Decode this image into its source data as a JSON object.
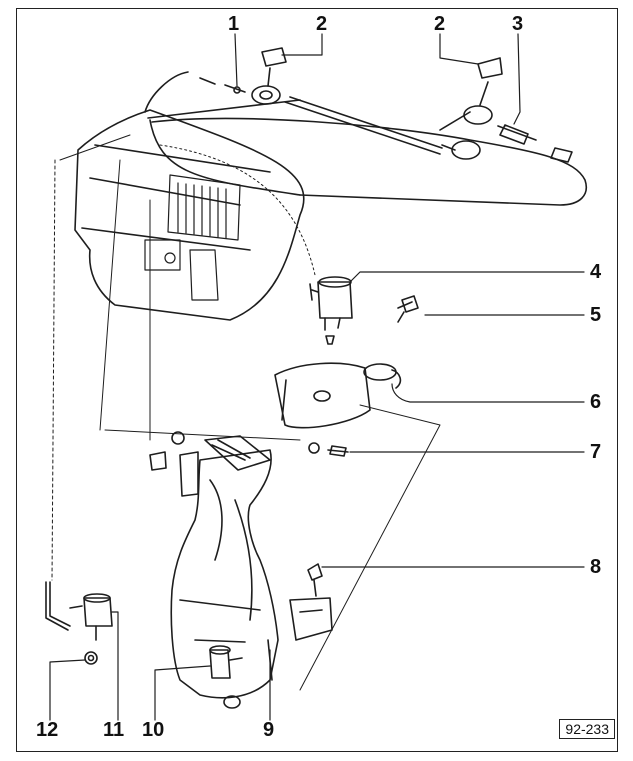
{
  "callouts": {
    "n1": "1",
    "n2a": "2",
    "n2b": "2",
    "n3": "3",
    "n4": "4",
    "n5": "5",
    "n6": "6",
    "n7": "7",
    "n8": "8",
    "n9": "9",
    "n10": "10",
    "n11": "11",
    "n12": "12"
  },
  "figure_ref": "92-233"
}
